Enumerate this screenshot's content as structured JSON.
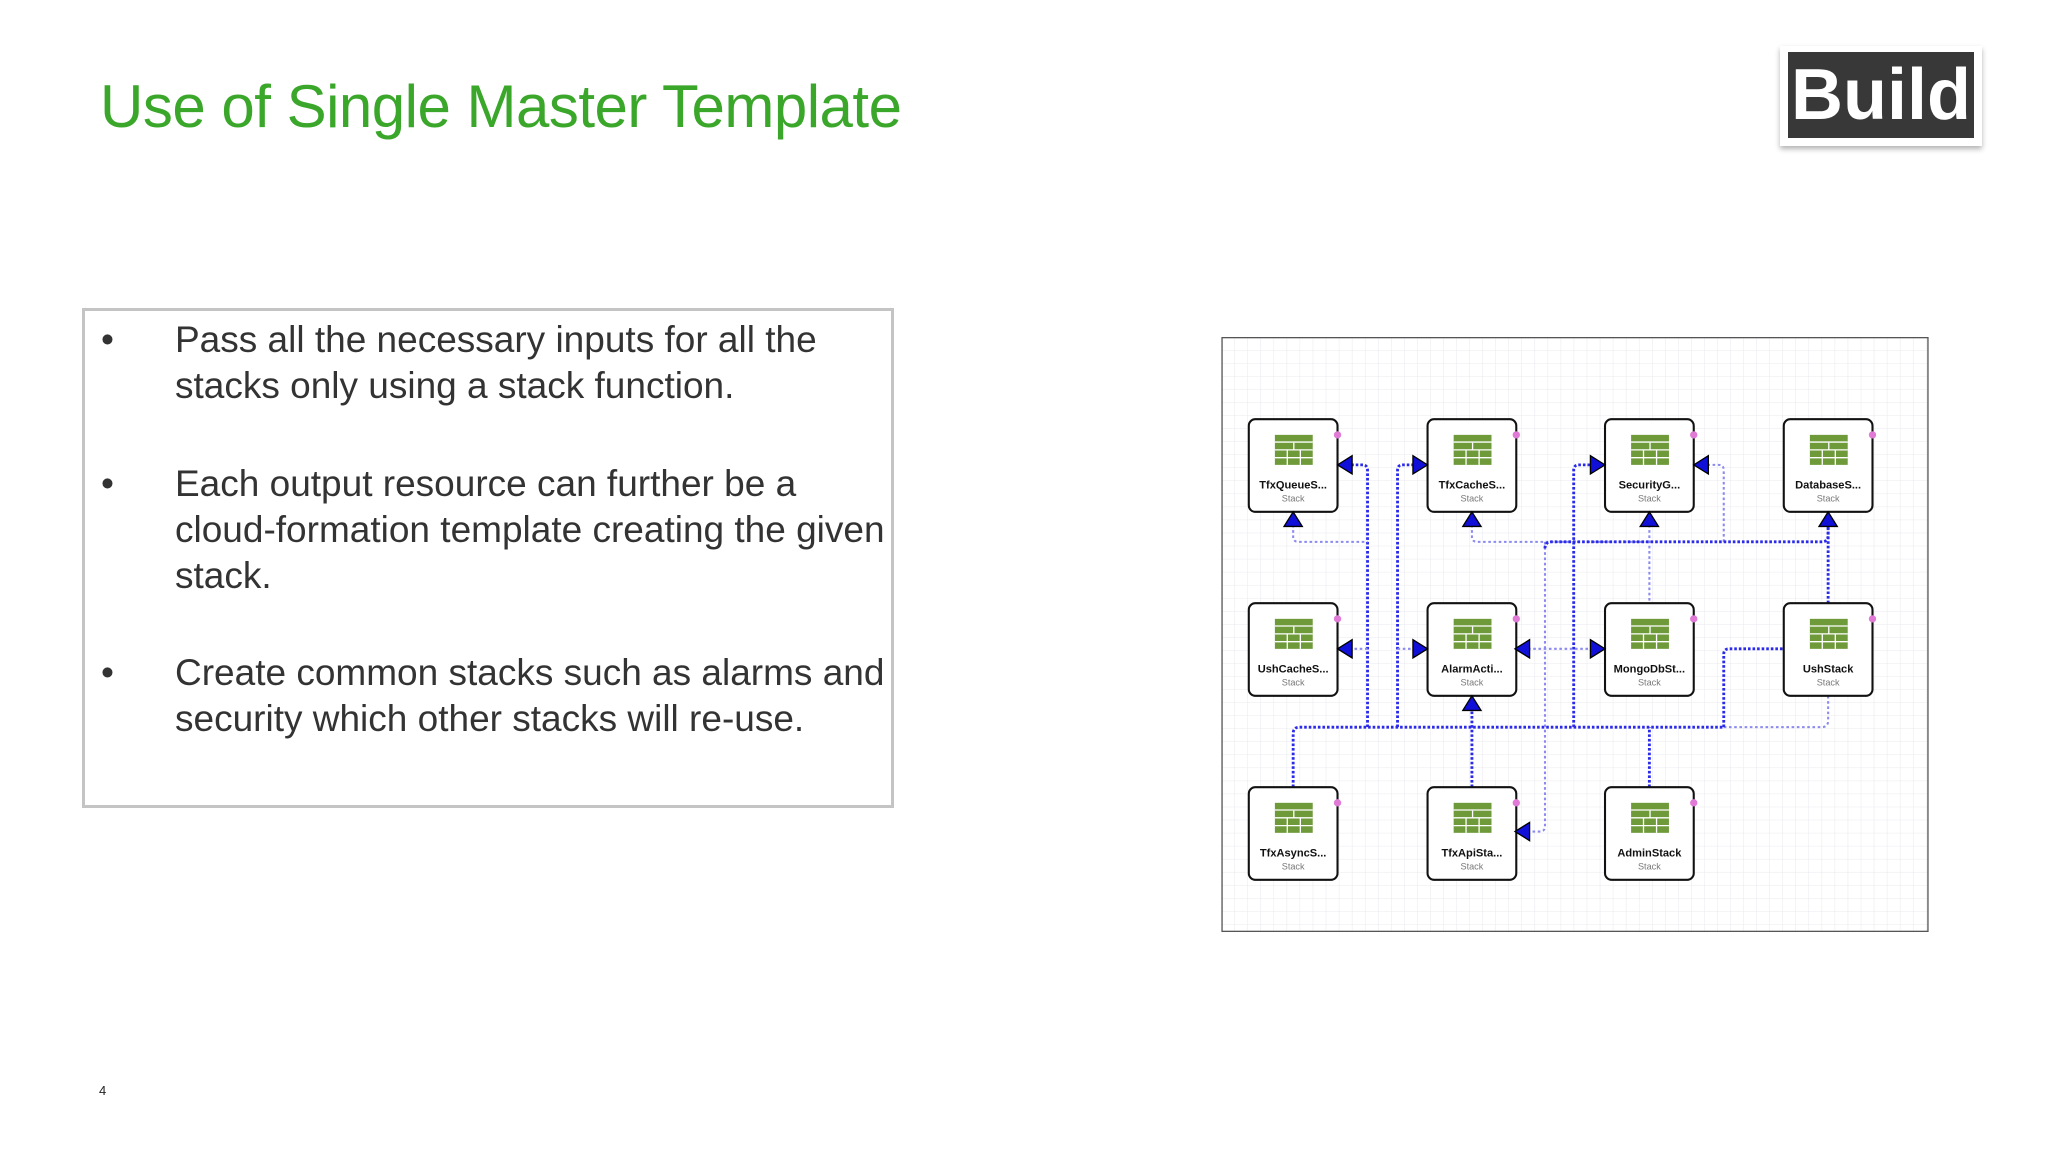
{
  "slide": {
    "title": "Use of Single Master Template",
    "badge": "Build",
    "page_number": "4",
    "bullets": [
      "Pass all the necessary inputs for all the stacks only using a stack function.",
      "Each output resource can further be a cloud-formation template creating the given stack.",
      "Create common stacks such as alarms and security which other stacks will re-use."
    ],
    "bullet_symbol": "•"
  },
  "diagram": {
    "node_subtitle": "Stack",
    "icon_color": "#6f9a3a",
    "edge_color": "#2a2ae8",
    "status_dot_color": "#e07ad6",
    "nodes": [
      {
        "label": "TfxQueueS...",
        "row": 0,
        "col": 0
      },
      {
        "label": "TfxCacheS...",
        "row": 0,
        "col": 1
      },
      {
        "label": "SecurityG...",
        "row": 0,
        "col": 2
      },
      {
        "label": "DatabaseS...",
        "row": 0,
        "col": 3
      },
      {
        "label": "UshCacheS...",
        "row": 1,
        "col": 0
      },
      {
        "label": "AlarmActi...",
        "row": 1,
        "col": 1
      },
      {
        "label": "MongoDbSt...",
        "row": 1,
        "col": 2
      },
      {
        "label": "UshStack",
        "row": 1,
        "col": 3
      },
      {
        "label": "TfxAsyncS...",
        "row": 2,
        "col": 0
      },
      {
        "label": "TfxApiSta...",
        "row": 2,
        "col": 1
      },
      {
        "label": "AdminStack",
        "row": 2,
        "col": 2
      }
    ]
  }
}
